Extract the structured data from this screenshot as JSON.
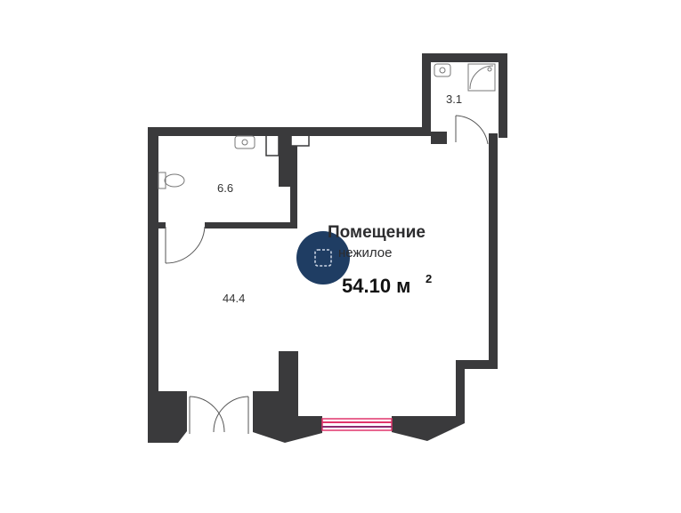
{
  "plan": {
    "title": "Помещение",
    "subtitle": "нежилое",
    "area_value": "54.10 м",
    "area_unit_sup": "2",
    "rooms": [
      {
        "id": "bath",
        "label": "3.1"
      },
      {
        "id": "wc",
        "label": "6.6"
      },
      {
        "id": "main",
        "label": "44.4"
      }
    ]
  },
  "colors": {
    "wall": "#3a3a3c",
    "window": "#e0356b",
    "badge": "#1f3d63"
  }
}
